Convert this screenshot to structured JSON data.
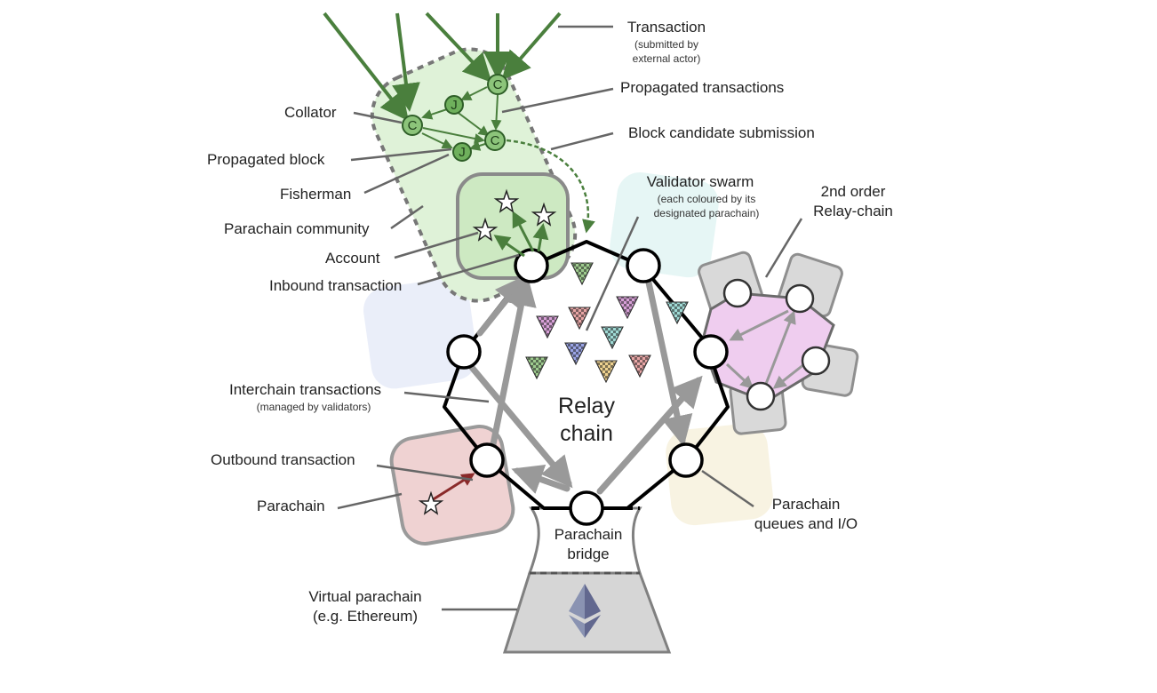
{
  "labels": {
    "transaction": "Transaction",
    "transaction_note": "(submitted by\nexternal actor)",
    "propagated_transactions": "Propagated transactions",
    "collator": "Collator",
    "block_candidate_submission": "Block candidate submission",
    "propagated_block": "Propagated block",
    "fisherman": "Fisherman",
    "parachain_community": "Parachain community",
    "account": "Account",
    "inbound_transaction": "Inbound transaction",
    "validator_swarm": "Validator swarm",
    "validator_swarm_note": "(each coloured by its\ndesignated parachain)",
    "second_order_relay": "2nd order\nRelay-chain",
    "interchain_transactions": "Interchain transactions",
    "interchain_note": "(managed by validators)",
    "relay_chain": "Relay\nchain",
    "outbound_transaction": "Outbound transaction",
    "parachain": "Parachain",
    "parachain_bridge": "Parachain\nbridge",
    "parachain_queues": "Parachain\nqueues and I/O",
    "virtual_parachain": "Virtual parachain\n(e.g. Ethereum)"
  },
  "node_glyphs": {
    "collator": "C",
    "fisherman": "J"
  },
  "icons": [
    "star-icon",
    "ethereum-icon",
    "validator-triangle-icon"
  ],
  "colors": {
    "green_arrow": "#4a7f3d",
    "community_fill": "#dff2d8",
    "relay_stroke": "#000000",
    "gray_arrow": "#9a9a9a",
    "pink_chain": "#efcdef",
    "red_parachain": "#efd2d2",
    "virtual_parachain": "#d6d6d6"
  }
}
